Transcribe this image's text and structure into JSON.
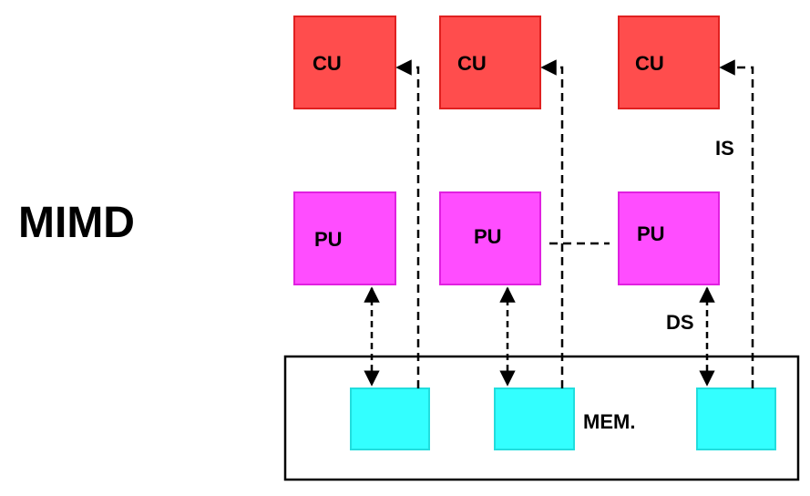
{
  "title": "MIMD",
  "colors": {
    "control_unit": "#ff4d4d",
    "processing_unit": "#ff4dff",
    "memory": "#33ffff",
    "line": "#000000"
  },
  "control_units": [
    {
      "label": "CU"
    },
    {
      "label": "CU"
    },
    {
      "label": "CU"
    }
  ],
  "processing_units": [
    {
      "label": "PU"
    },
    {
      "label": "PU"
    },
    {
      "label": "PU"
    }
  ],
  "memory_label": "MEM.",
  "instruction_stream_label": "IS",
  "data_stream_label": "DS"
}
